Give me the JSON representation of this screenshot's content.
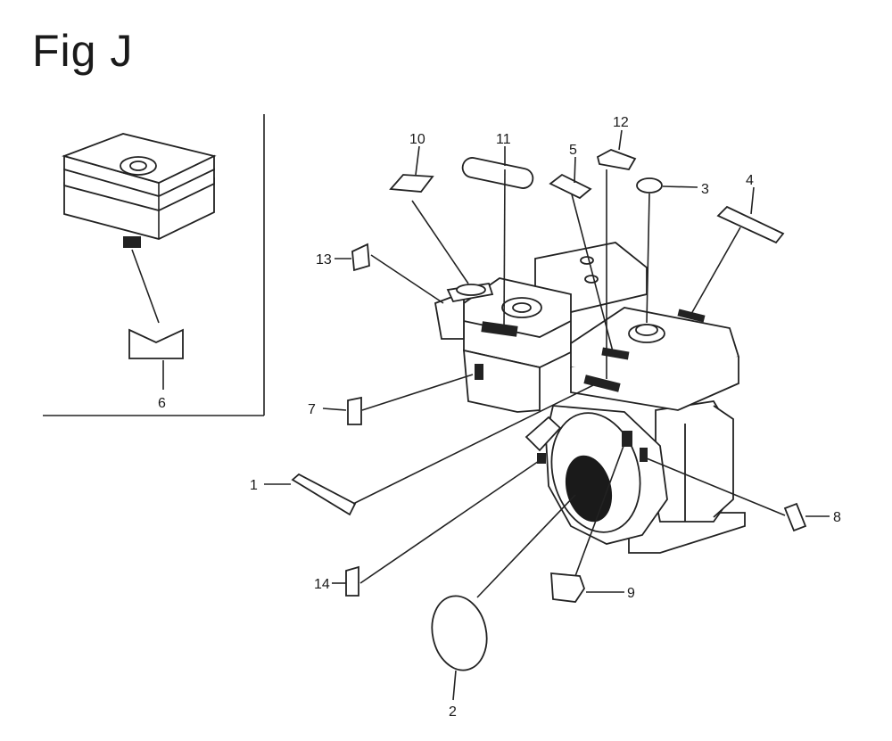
{
  "figure": {
    "title": "Fig J"
  },
  "callouts": [
    "1",
    "2",
    "3",
    "4",
    "5",
    "6",
    "7",
    "8",
    "9",
    "10",
    "11",
    "12",
    "13",
    "14"
  ]
}
